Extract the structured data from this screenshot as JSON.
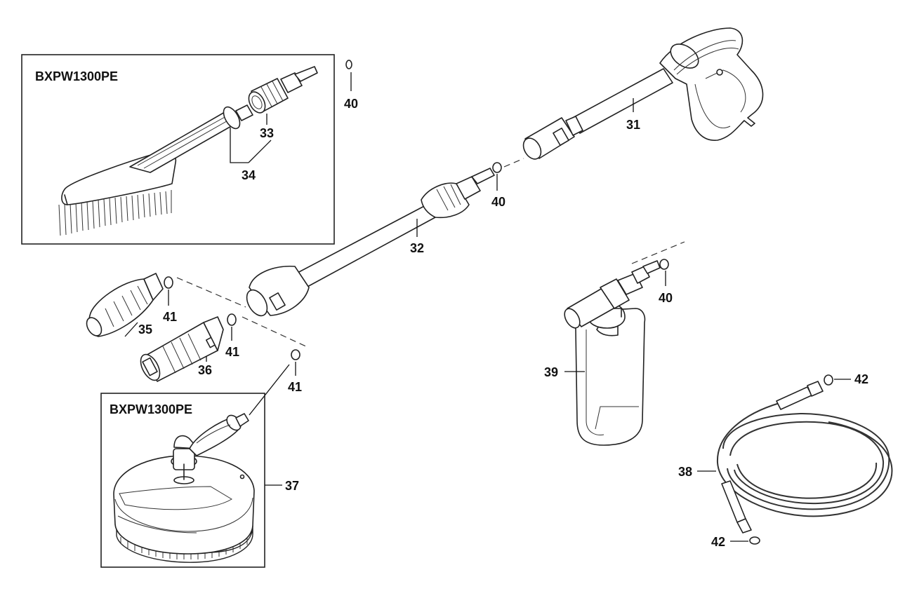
{
  "boxes": {
    "brush_box": {
      "title": "BXPW1300PE"
    },
    "patio_box": {
      "title": "BXPW1300PE"
    }
  },
  "callouts": [
    {
      "id": "31",
      "part": "trigger-gun"
    },
    {
      "id": "32",
      "part": "extension-lance"
    },
    {
      "id": "33",
      "part": "brush-adapter"
    },
    {
      "id": "34",
      "part": "wash-brush"
    },
    {
      "id": "35",
      "part": "turbo-nozzle"
    },
    {
      "id": "36",
      "part": "adjustable-nozzle"
    },
    {
      "id": "37",
      "part": "patio-cleaner"
    },
    {
      "id": "38",
      "part": "high-pressure-hose"
    },
    {
      "id": "39",
      "part": "detergent-bottle"
    },
    {
      "id": "40",
      "part": "o-ring"
    },
    {
      "id": "41",
      "part": "o-ring"
    },
    {
      "id": "42",
      "part": "o-ring"
    }
  ],
  "labels": {
    "l31": "31",
    "l32": "32",
    "l33": "33",
    "l34": "34",
    "l35": "35",
    "l36": "36",
    "l37": "37",
    "l38": "38",
    "l39": "39",
    "l40a": "40",
    "l40b": "40",
    "l40c": "40",
    "l41a": "41",
    "l41b": "41",
    "l41c": "41",
    "l42a": "42",
    "l42b": "42"
  },
  "colors": {
    "line": "#222222",
    "background": "#ffffff",
    "fill": "#ffffff"
  }
}
